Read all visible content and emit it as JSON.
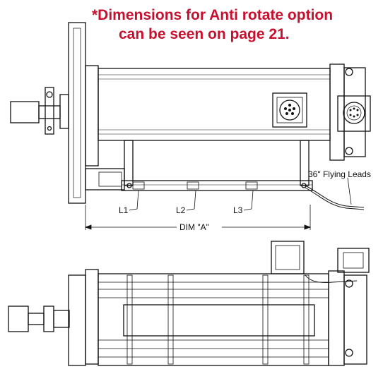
{
  "note": {
    "line1": "*Dimensions for Anti rotate option",
    "line2": "can be seen on page 21."
  },
  "labels": {
    "flying_leads": "36\" Flying Leads",
    "l1": "L1",
    "l2": "L2",
    "l3": "L3",
    "dim_a": "DIM \"A\""
  },
  "colors": {
    "note_text": "#c8102e",
    "line": "#111111"
  }
}
